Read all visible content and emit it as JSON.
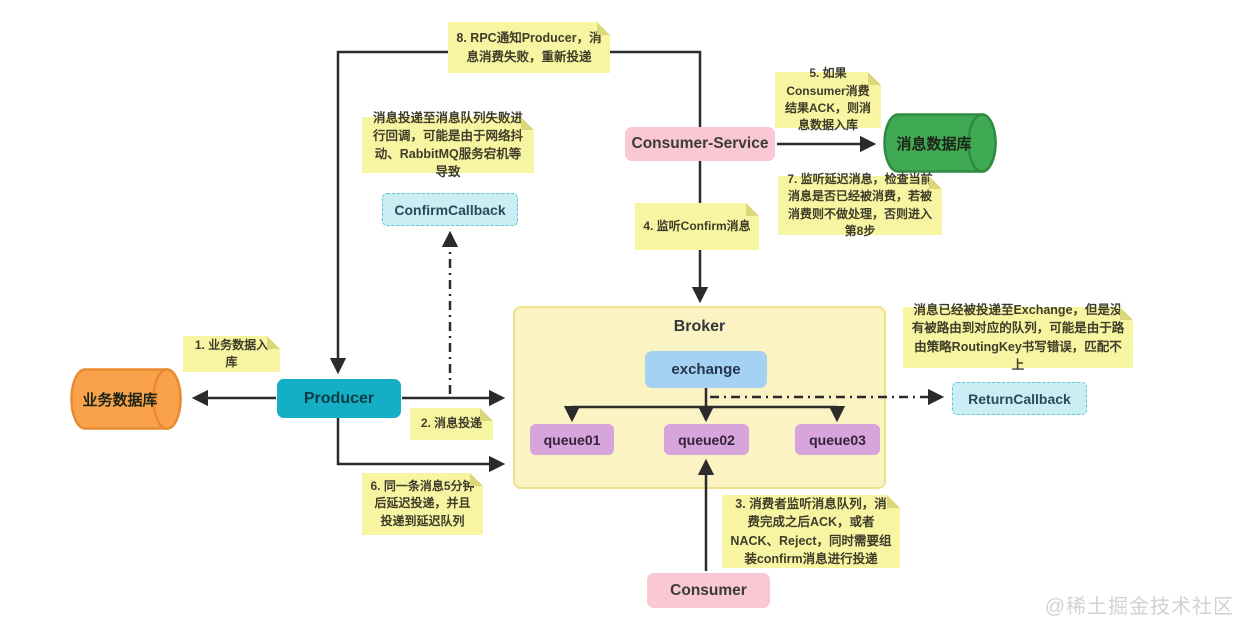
{
  "diagram": {
    "watermark": "@稀土掘金技术社区",
    "colors": {
      "note_bg": "#F8F5A2",
      "note_fold": "#DCD67A",
      "broker_bg": "#FBF3C4",
      "broker_border": "#EFE089",
      "producer_bg": "#14AFC4",
      "consumer_bg": "#F9C8D3",
      "exchange_bg": "#A5D1F2",
      "queue_bg": "#D7A4DC",
      "callback_bg": "#C9EEF4",
      "callback_border": "#5FC6D4",
      "business_db_bg": "#F9A24B",
      "business_db_border": "#E88A2F",
      "message_db_bg": "#3FA953",
      "message_db_border": "#2F8B41",
      "arrow": "#2B2B2B"
    },
    "nodes": {
      "biz_db": "业务数据库",
      "producer": "Producer",
      "consumer_service": "Consumer-Service",
      "msg_db": "消息数据库",
      "confirm_callback": "ConfirmCallback",
      "return_callback": "ReturnCallback",
      "broker": "Broker",
      "exchange": "exchange",
      "queue01": "queue01",
      "queue02": "queue02",
      "queue03": "queue03",
      "consumer": "Consumer"
    },
    "notes": {
      "step1": "1. 业务数据入库",
      "step2": "2. 消息投递",
      "step3": "3. 消费者监听消息队列，消费完成之后ACK，或者NACK、Reject，同时需要组装confirm消息进行投递",
      "step4": "4. 监听Confirm消息",
      "step5": "5. 如果Consumer消费结果ACK，则消息数据入库",
      "step6": "6. 同一条消息5分钟后延迟投递，并且投递到延迟队列",
      "step7": "7. 监听延迟消息，检查当前消息是否已经被消费，若被消费则不做处理，否则进入第8步",
      "step8": "8. RPC通知Producer，消息消费失败，重新投递",
      "confirm_note": "消息投递至消息队列失败进行回调，可能是由于网络抖动、RabbitMQ服务宕机等导致",
      "return_note": "消息已经被投递至Exchange，但是没有被路由到对应的队列，可能是由于路由策略RoutingKey书写错误，匹配不上"
    }
  }
}
